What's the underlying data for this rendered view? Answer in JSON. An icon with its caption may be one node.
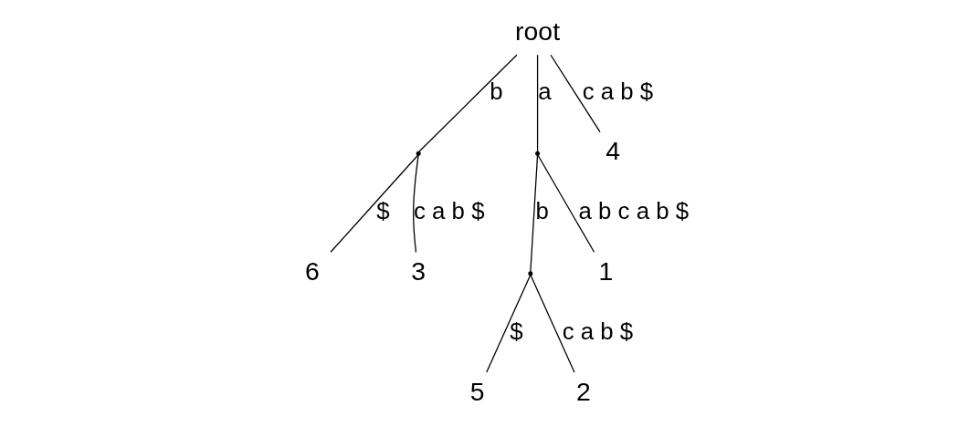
{
  "diagram": {
    "nodes": [
      {
        "text": [
          "root"
        ]
      },
      {
        "text": [],
        "shape": "point"
      },
      {
        "text": [],
        "shape": "point"
      },
      {
        "text": [],
        "shape": "point"
      },
      {
        "text": [
          "4"
        ]
      },
      {
        "text": [
          "6"
        ]
      },
      {
        "text": [
          "5"
        ]
      },
      {
        "text": [
          "3"
        ]
      },
      {
        "text": [
          "1"
        ]
      },
      {
        "text": [
          "2"
        ]
      }
    ],
    "edges": [
      {
        "from": 0,
        "to": 1,
        "arrow": "none",
        "label": "b"
      },
      {
        "from": 1,
        "to": 7,
        "arrow": "none",
        "label": "c a b $"
      },
      {
        "from": 1,
        "to": 5,
        "arrow": "none",
        "label": "$"
      },
      {
        "from": 0,
        "to": 2,
        "arrow": "none",
        "label": "a"
      },
      {
        "from": 2,
        "to": 3,
        "arrow": "none",
        "label": "b"
      },
      {
        "from": 3,
        "to": 9,
        "arrow": "none",
        "label": "c a b $"
      },
      {
        "from": 3,
        "to": 6,
        "arrow": "none",
        "label": "$"
      },
      {
        "from": 2,
        "to": 8,
        "arrow": "none",
        "label": "a b c a b $"
      },
      {
        "from": 0,
        "to": 4,
        "arrow": "none",
        "label": "c a b $"
      }
    ]
  }
}
